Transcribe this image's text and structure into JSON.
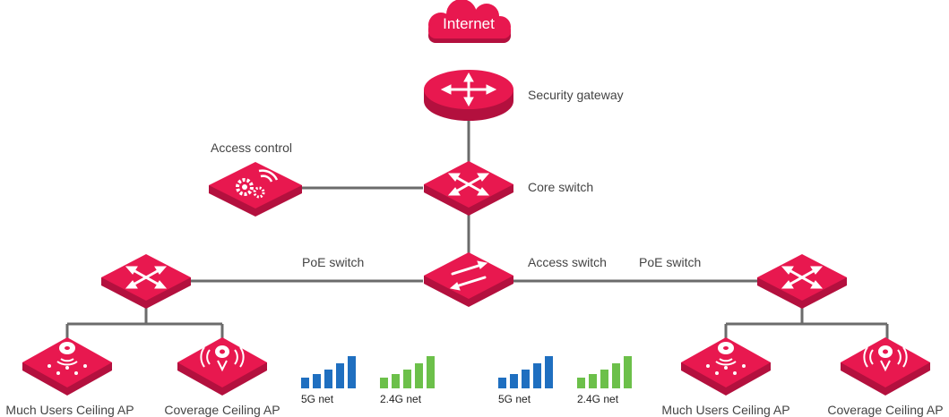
{
  "cloud": {
    "label": "Internet"
  },
  "nodes": {
    "security_gateway": "Security gateway",
    "access_control": "Access control",
    "core_switch": "Core switch",
    "access_switch": "Access switch",
    "poe_switch_left": "PoE switch",
    "poe_switch_right": "PoE switch",
    "ap_much_users_left": "Much Users Ceiling AP",
    "ap_coverage_left": "Coverage Ceiling AP",
    "ap_much_users_right": "Much Users Ceiling AP",
    "ap_coverage_right": "Coverage Ceiling AP"
  },
  "signals": {
    "left_5g": "5G net",
    "left_24g": "2.4G net",
    "right_5g": "5G net",
    "right_24g": "2.4G net"
  },
  "colors": {
    "device_top": "#e8184f",
    "device_side": "#b3103e",
    "link": "#6b6b6b",
    "bars_5g": "#1f6fc0",
    "bars_24g": "#6cc04a"
  }
}
